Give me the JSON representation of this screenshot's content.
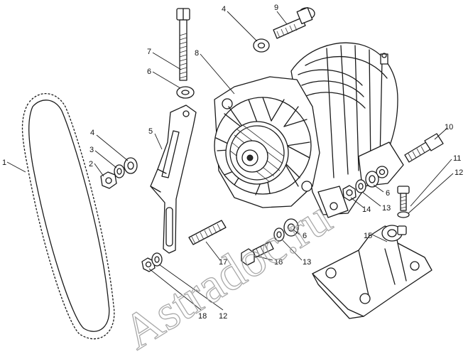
{
  "watermark": "Astradoc.ru",
  "callouts": [
    {
      "id": "c1",
      "label": "1",
      "part": "drive-belt"
    },
    {
      "id": "c2",
      "label": "2",
      "part": "nut"
    },
    {
      "id": "c3",
      "label": "3",
      "part": "spring-washer"
    },
    {
      "id": "c4a",
      "label": "4",
      "part": "flat-washer"
    },
    {
      "id": "c4b",
      "label": "4",
      "part": "flat-washer"
    },
    {
      "id": "c5",
      "label": "5",
      "part": "tension-bracket"
    },
    {
      "id": "c6a",
      "label": "6",
      "part": "washer"
    },
    {
      "id": "c6b",
      "label": "6",
      "part": "washer"
    },
    {
      "id": "c6c",
      "label": "6",
      "part": "washer"
    },
    {
      "id": "c7",
      "label": "7",
      "part": "long-bolt"
    },
    {
      "id": "c8",
      "label": "8",
      "part": "alternator"
    },
    {
      "id": "c9",
      "label": "9",
      "part": "bolt"
    },
    {
      "id": "c10",
      "label": "10",
      "part": "stud"
    },
    {
      "id": "c11",
      "label": "11",
      "part": "bolt"
    },
    {
      "id": "c12a",
      "label": "12",
      "part": "washer"
    },
    {
      "id": "c12b",
      "label": "12",
      "part": "washer"
    },
    {
      "id": "c13a",
      "label": "13",
      "part": "spring-washer"
    },
    {
      "id": "c13b",
      "label": "13",
      "part": "spring-washer"
    },
    {
      "id": "c14",
      "label": "14",
      "part": "nut"
    },
    {
      "id": "c15",
      "label": "15",
      "part": "mounting-bracket"
    },
    {
      "id": "c16",
      "label": "16",
      "part": "bolt"
    },
    {
      "id": "c17",
      "label": "17",
      "part": "stud"
    },
    {
      "id": "c18",
      "label": "18",
      "part": "nut"
    }
  ]
}
